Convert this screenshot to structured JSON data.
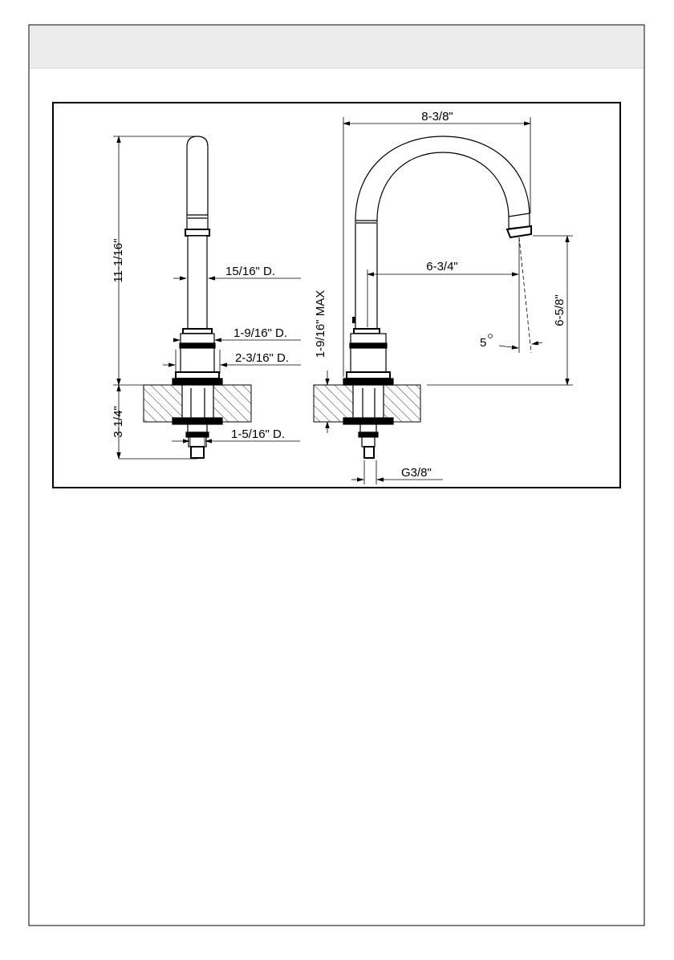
{
  "dimensions": {
    "side_height": "11-1/16\"",
    "stem_diameter": "15/16\" D.",
    "collar_diameter": "1-9/16\" D.",
    "base_diameter": "2-3/16\" D.",
    "below_deck": "3-1/4\"",
    "shank_diameter": "1-5/16\" D.",
    "max_deck_thickness": "1-9/16\" MAX",
    "overall_reach": "8-3/8\"",
    "spout_reach": "6-3/4\"",
    "spout_clearance": "6-5/8\"",
    "spout_angle": "5",
    "connection": "G3/8\""
  },
  "colors": {
    "line": "#000000",
    "header_band": "#ececec",
    "hatch": "#000000"
  }
}
